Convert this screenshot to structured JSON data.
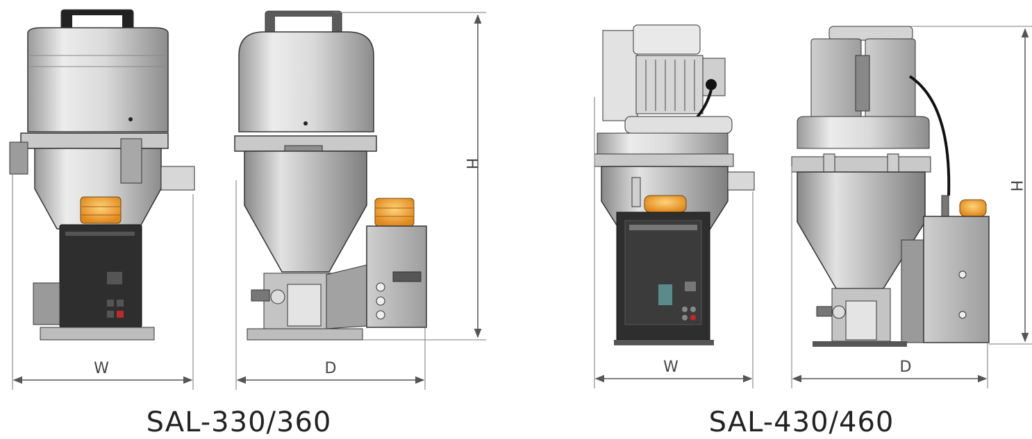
{
  "models": [
    {
      "name": "SAL-330/360",
      "labels": {
        "width": "W",
        "depth": "D",
        "height": "H"
      }
    },
    {
      "name": "SAL-430/460",
      "labels": {
        "width": "W",
        "depth": "D",
        "height": "H"
      }
    }
  ],
  "colors": {
    "body_light": "#e6e6e6",
    "body_mid": "#bdbdbd",
    "body_dark": "#8a8a8a",
    "panel": "#2e2e2e",
    "beacon": "#f2a12a",
    "outline": "#333333"
  }
}
